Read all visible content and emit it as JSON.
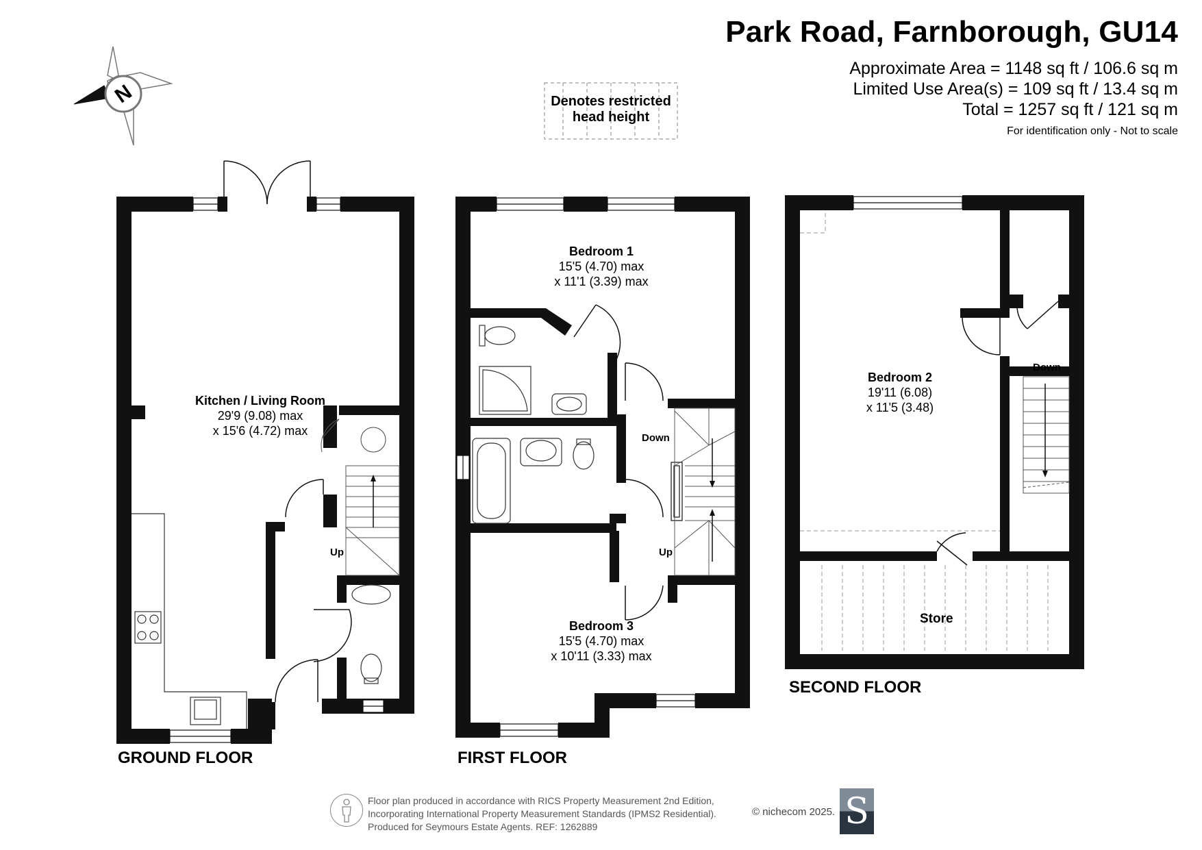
{
  "header": {
    "title": "Park Road, Farnborough, GU14",
    "approx_area": "Approximate Area = 1148 sq ft / 106.6 sq m",
    "limited_use": "Limited Use Area(s) = 109 sq ft / 13.4 sq m",
    "total": "Total = 1257 sq ft / 121 sq m",
    "note": "For identification only - Not to scale"
  },
  "compass": {
    "label": "N"
  },
  "legend": {
    "line1": "Denotes restricted",
    "line2": "head height"
  },
  "ground_floor": {
    "label": "GROUND FLOOR",
    "kitchen": {
      "name": "Kitchen / Living Room",
      "dim1": "29'9 (9.08) max",
      "dim2": "x 15'6 (4.72) max"
    },
    "stairs_label": "Up"
  },
  "first_floor": {
    "label": "FIRST FLOOR",
    "bedroom1": {
      "name": "Bedroom 1",
      "dim1": "15'5 (4.70) max",
      "dim2": "x 11'1 (3.39) max"
    },
    "bedroom3": {
      "name": "Bedroom 3",
      "dim1": "15'5 (4.70) max",
      "dim2": "x 10'11 (3.33) max"
    },
    "stairs_down": "Down",
    "stairs_up": "Up"
  },
  "second_floor": {
    "label": "SECOND FLOOR",
    "bedroom2": {
      "name": "Bedroom 2",
      "dim1": "19'11 (6.08)",
      "dim2": "x 11'5 (3.48)"
    },
    "stairs_down": "Down",
    "store": "Store"
  },
  "footer": {
    "line1": "Floor plan produced in accordance with RICS Property Measurement 2nd Edition,",
    "line2": "Incorporating International Property Measurement Standards (IPMS2 Residential).",
    "line3": "Produced for Seymours Estate Agents.   REF: 1262889",
    "brand": "© nichecom 2025.",
    "logo_letter": "S"
  }
}
